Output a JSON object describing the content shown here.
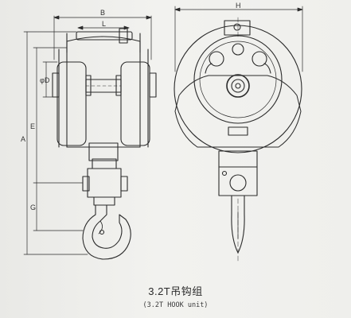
{
  "caption": {
    "title": "3.2T吊钩组",
    "subtitle": "(3.2T HOOK unit)"
  },
  "dimensions": {
    "A": "A",
    "B": "B",
    "L": "L",
    "H": "H",
    "E": "E",
    "G": "G",
    "D": "D",
    "phi": "φD"
  },
  "colors": {
    "line": "#2b2b2b",
    "background": "#efefed"
  }
}
